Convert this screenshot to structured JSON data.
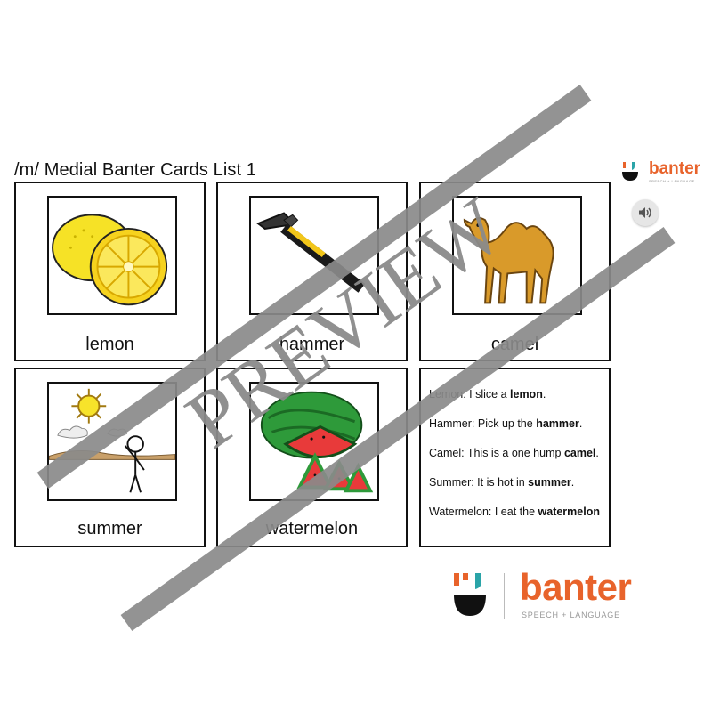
{
  "title": "/m/ Medial Banter Cards List 1",
  "brand": {
    "name": "banter",
    "tagline": "SPEECH + LANGUAGE",
    "accent": "#e8632b",
    "teal": "#2aa4a8"
  },
  "speaker_icon": "speaker-icon",
  "cards": [
    {
      "word": "lemon",
      "image": "lemon-illustration"
    },
    {
      "word": "hammer",
      "image": "hammer-illustration"
    },
    {
      "word": "camel",
      "image": "camel-illustration"
    },
    {
      "word": "summer",
      "image": "summer-scene-illustration"
    },
    {
      "word": "watermelon",
      "image": "watermelon-illustration"
    }
  ],
  "sentences": [
    {
      "prefix": "Lemon: I slice a ",
      "bold": "lemon",
      "suffix": "."
    },
    {
      "prefix": "Hammer: Pick up the ",
      "bold": "hammer",
      "suffix": "."
    },
    {
      "prefix": "Camel: This is a one hump ",
      "bold": "camel",
      "suffix": "."
    },
    {
      "prefix": "Summer: It is hot in ",
      "bold": "summer",
      "suffix": "."
    },
    {
      "prefix": "Watermelon: I eat the ",
      "bold": "watermelon",
      "suffix": ""
    }
  ],
  "watermark": "PREVIEW"
}
